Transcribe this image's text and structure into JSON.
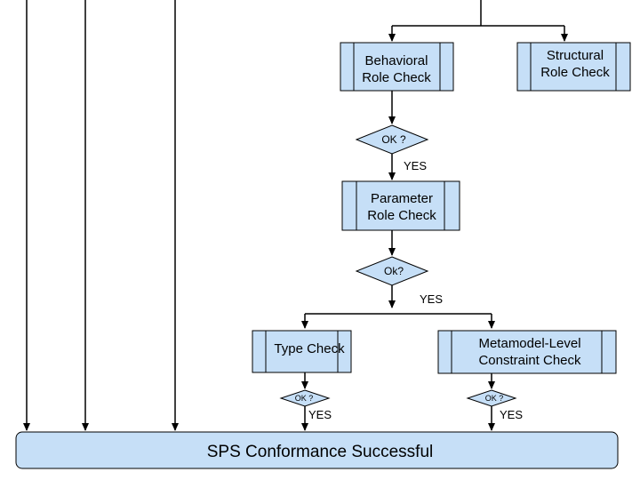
{
  "boxes": {
    "behavioral": [
      "Behavioral",
      "Role Check"
    ],
    "structural": [
      "Structural",
      "Role Check"
    ],
    "parameter": [
      "Parameter",
      "Role Check"
    ],
    "type_check": [
      "Type Check"
    ],
    "metamodel": [
      "Metamodel-Level",
      "Constraint Check"
    ]
  },
  "decisions": {
    "d1": "OK ?",
    "d2": "Ok?",
    "d3": "OK ?",
    "d4": "OK ?"
  },
  "yes_labels": {
    "y1": "YES",
    "y2": "YES",
    "y3": "YES",
    "y4": "YES"
  },
  "final": {
    "label": "SPS Conformance Successful"
  },
  "colors": {
    "fill": "#c6dff7",
    "stroke": "#000000"
  }
}
